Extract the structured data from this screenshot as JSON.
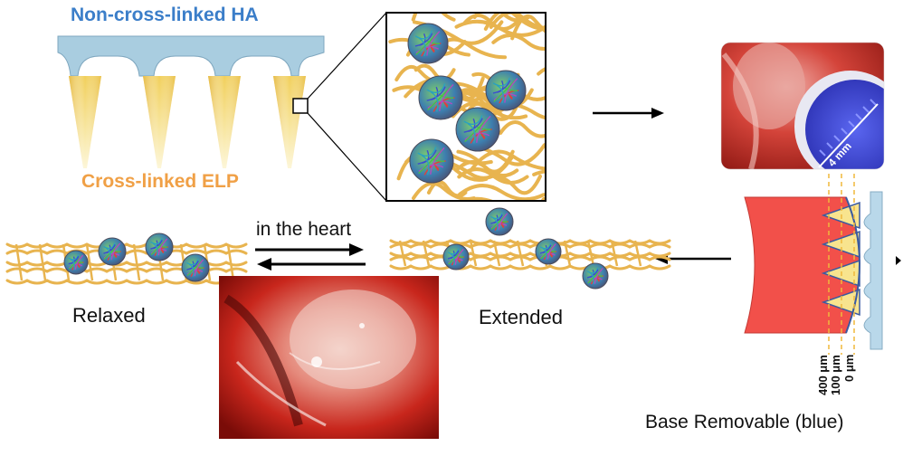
{
  "labels": {
    "top": "Non-cross-linked HA",
    "bottom": "Cross-linked ELP",
    "arrow": "in the heart",
    "relaxed": "Relaxed",
    "extended": "Extended",
    "base": "Base Removable (blue)",
    "scale": "4 mm"
  },
  "depths": [
    "400 μm",
    "100 μm",
    "0 μm"
  ],
  "colors": {
    "ha_base": "#a9cde0",
    "needle": "#f4dd84",
    "elp_fiber": "#e8b44f",
    "tissue": "#f2504a",
    "photo_red": "#c4281f",
    "blue_patch": "#3a4ad8",
    "label_blue": "#3b7ec9",
    "label_orange": "#f0a046"
  }
}
